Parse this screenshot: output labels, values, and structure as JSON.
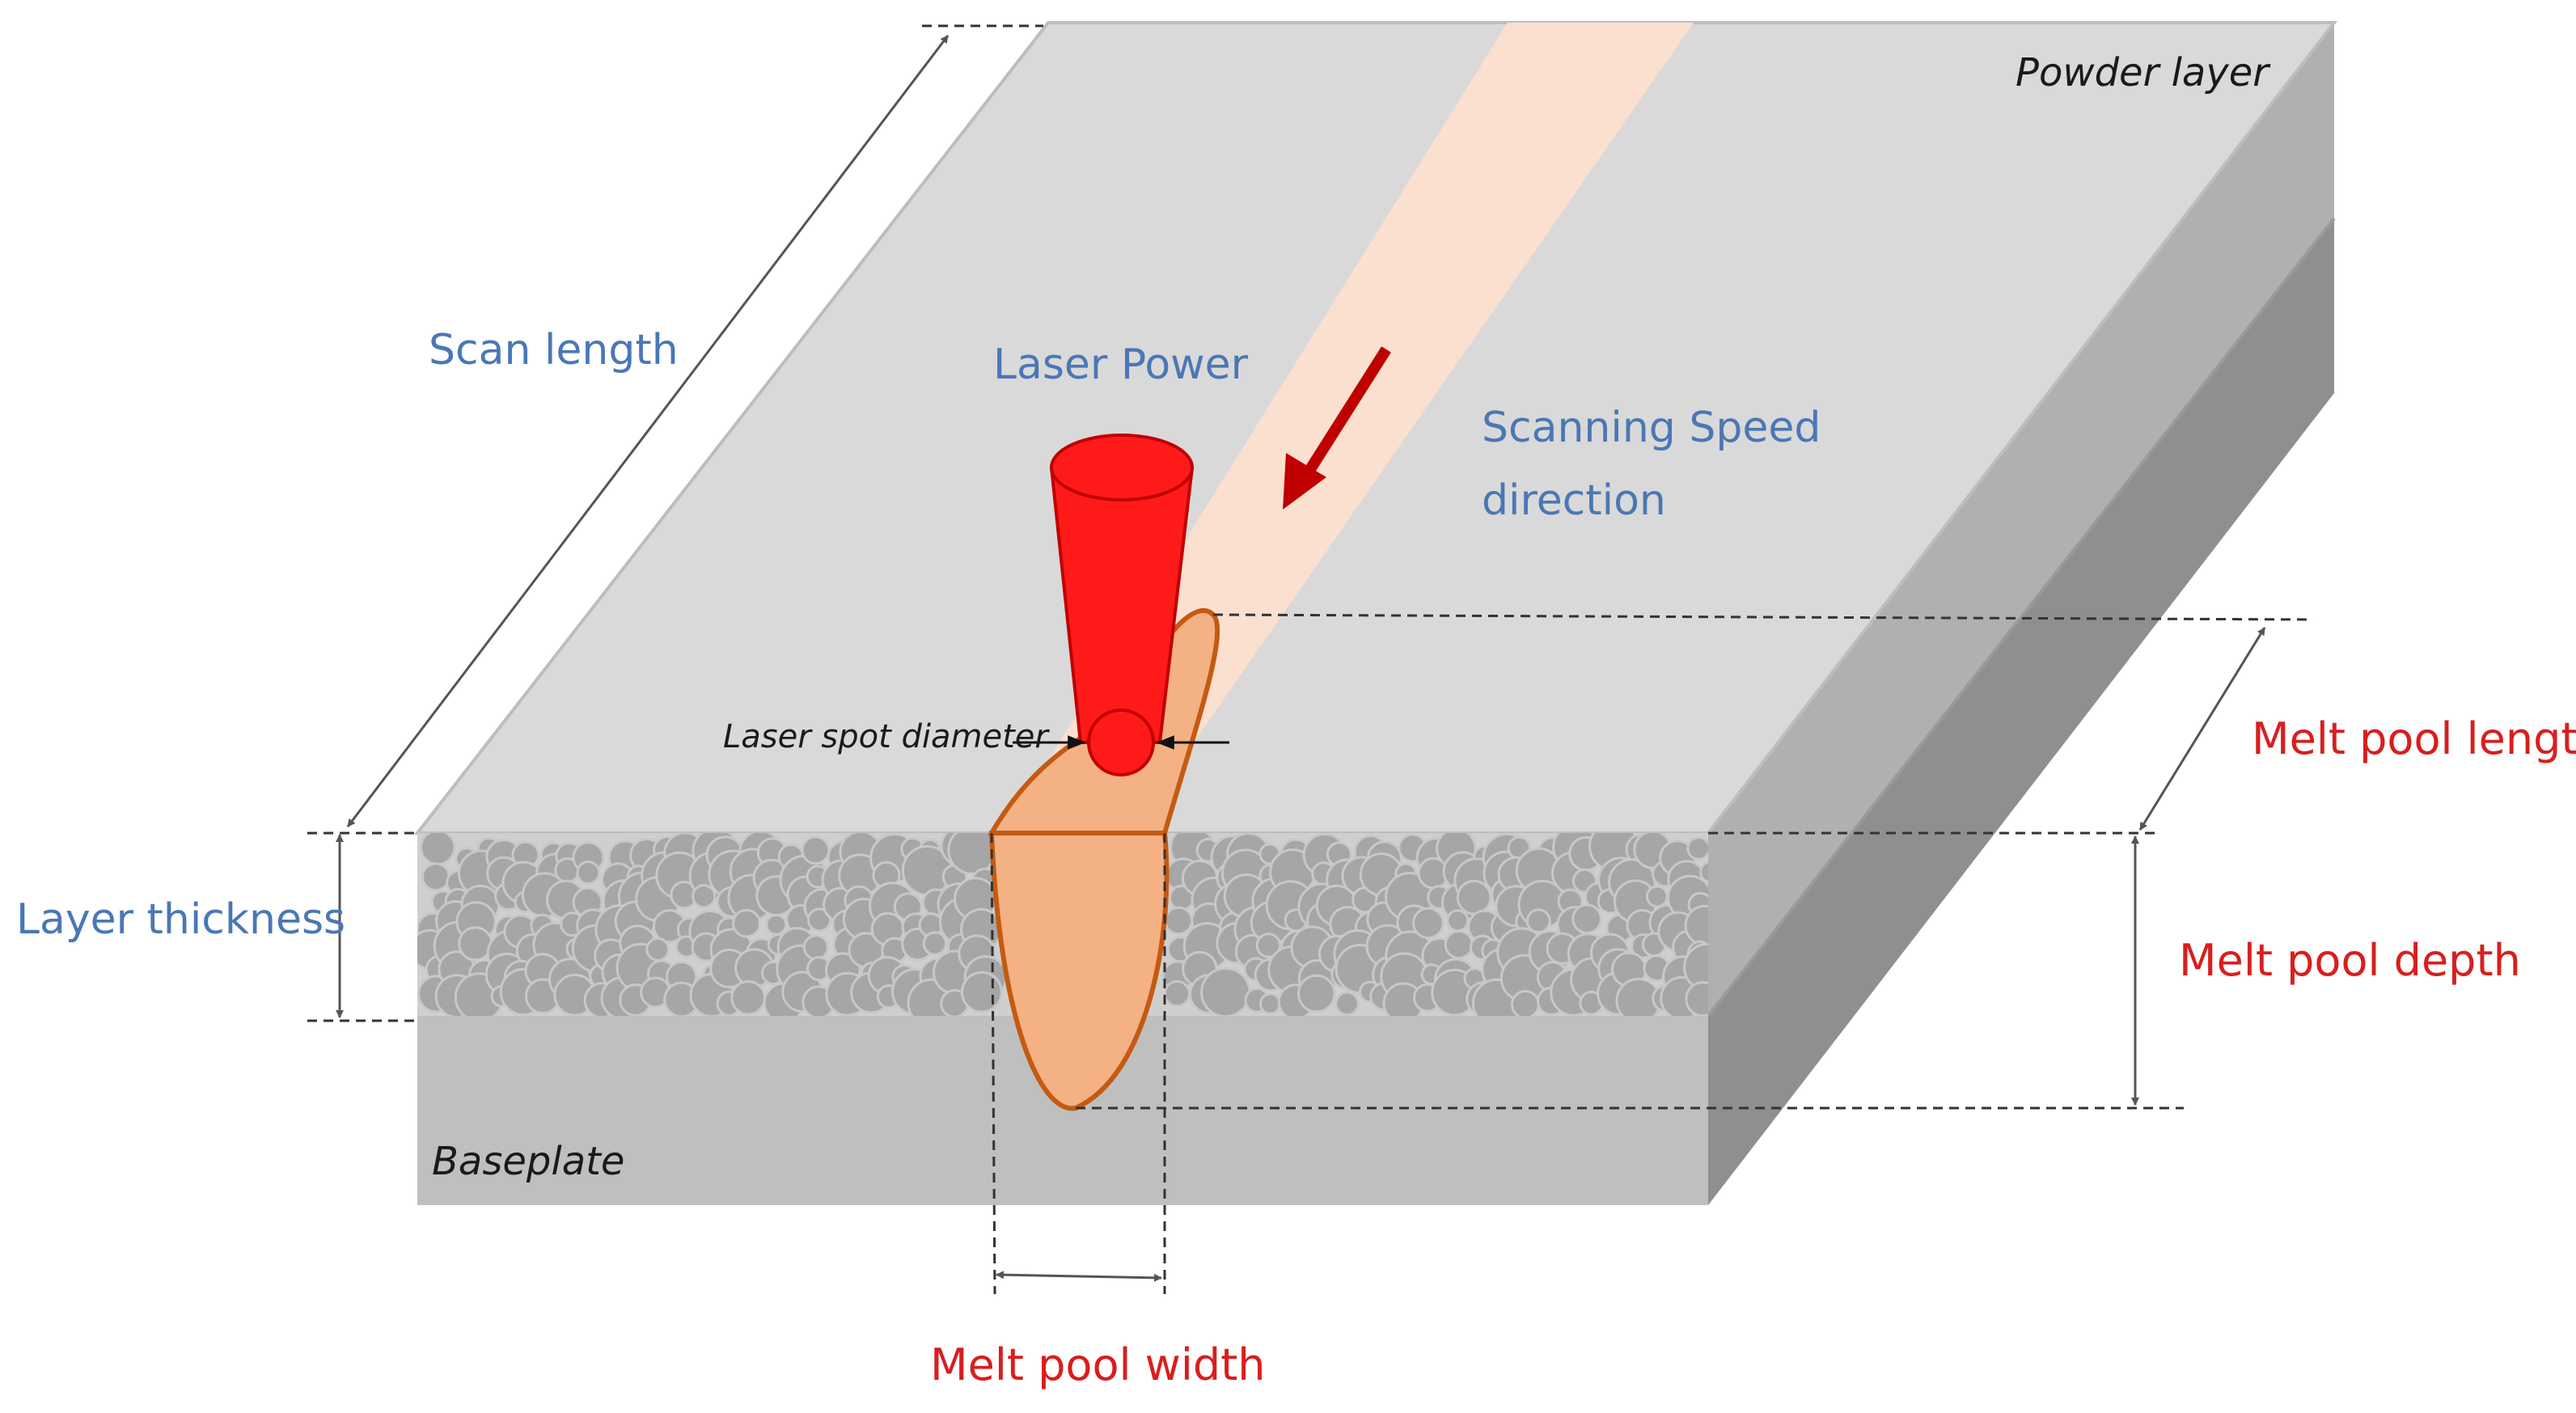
{
  "labels": {
    "powder_layer": "Powder layer",
    "baseplate": "Baseplate",
    "scan_length": "Scan length",
    "laser_power": "Laser Power",
    "scanning_speed_line1": "Scanning Speed",
    "scanning_speed_line2": "direction",
    "laser_spot_diameter": "Laser spot diameter",
    "layer_thickness": "Layer thickness",
    "melt_pool_length": "Melt pool length",
    "melt_pool_depth": "Melt pool depth",
    "melt_pool_width": "Melt pool width"
  },
  "colors": {
    "top_face": "#d9d9d9",
    "side_face": "#b0b0b0",
    "side_face_dark": "#8f8f8f",
    "baseplate": "#bfbfbf",
    "powder_band": "#cfcfcf",
    "particle_fill": "#a6a6a6",
    "particle_stroke": "#c8c8c8",
    "scan_track": "#fbe0d0",
    "melt_pool": "#f4b183",
    "melt_pool_edge": "#c55a11",
    "laser": "#ff1a1a",
    "laser_edge": "#c00000",
    "arrow_red": "#c00000",
    "label_blue": "#4a77b5",
    "label_red": "#d81e1e"
  }
}
